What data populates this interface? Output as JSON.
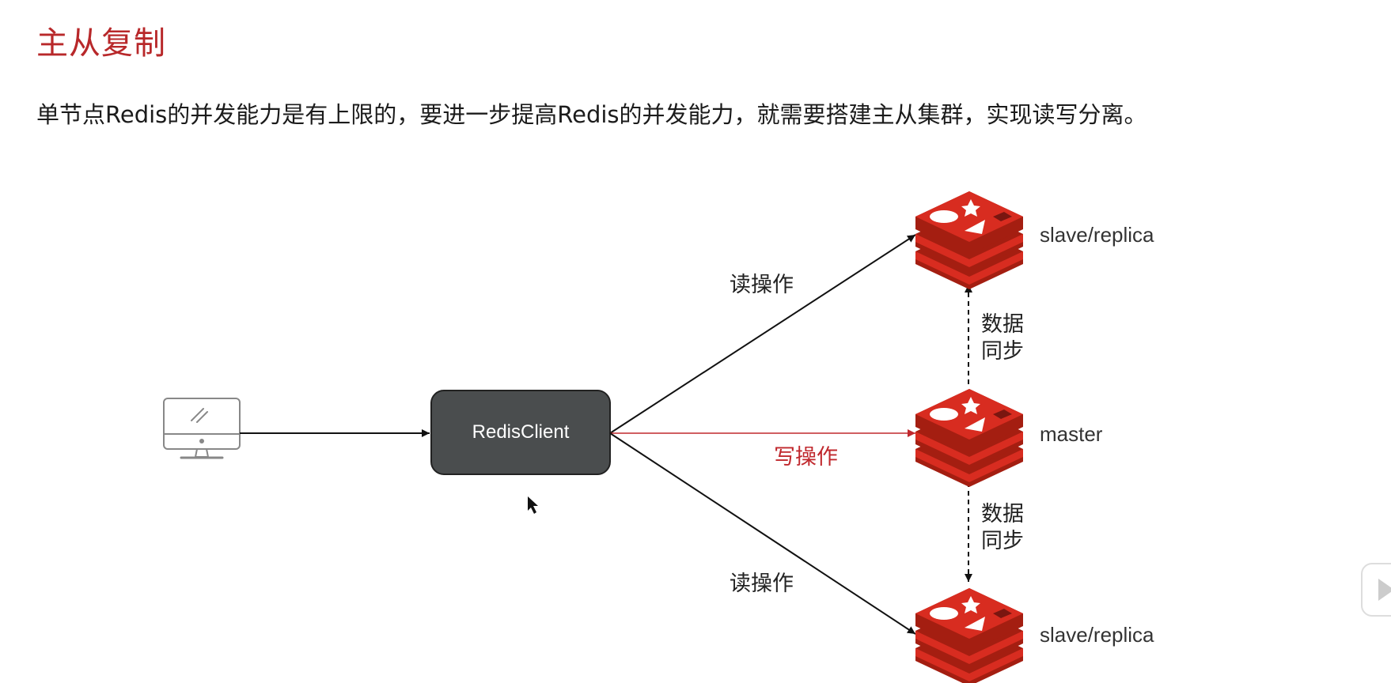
{
  "title": "主从复制",
  "description": "单节点Redis的并发能力是有上限的，要进一步提高Redis的并发能力，就需要搭建主从集群，实现读写分离。",
  "diagram": {
    "client_label": "RedisClient",
    "read_op": "读操作",
    "write_op": "写操作",
    "sync": "数据\n同步",
    "nodes": {
      "top": "slave/replica",
      "middle": "master",
      "bottom": "slave/replica"
    }
  },
  "colors": {
    "title": "#b8282a",
    "redis_red": "#d82c20",
    "write_arrow": "#c0282d",
    "client_box": "#4a4d4e"
  }
}
